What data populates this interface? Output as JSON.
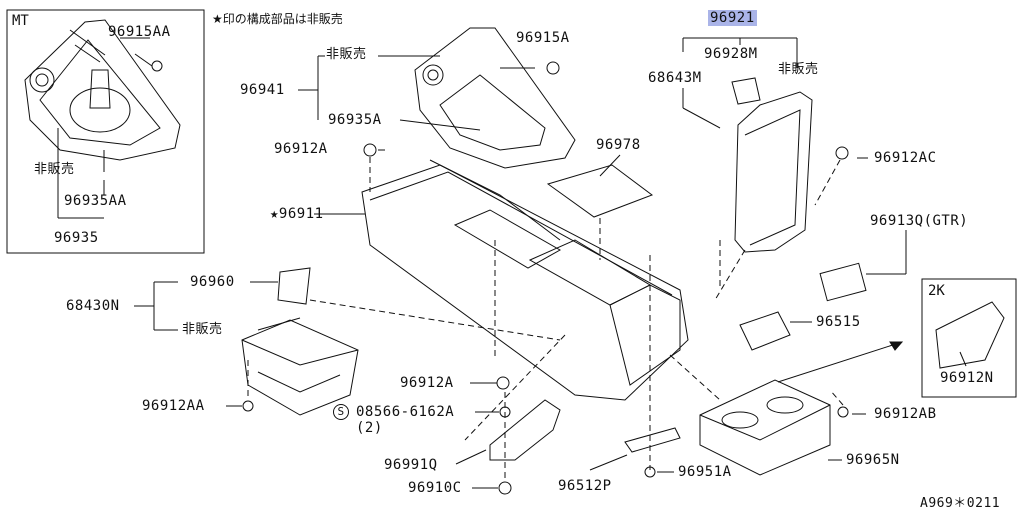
{
  "header_note": "★印の構成部品は非販売",
  "footer_code": "A969＊0211",
  "highlight_color": "#aab4e8",
  "inset_mt": {
    "title": "MT",
    "label_96915AA": "96915AA",
    "label_not_sold": "非販売",
    "label_96935AA": "96935AA",
    "label_96935": "96935"
  },
  "inset_2k": {
    "title": "2K",
    "label_96912N": "96912N"
  },
  "labels": {
    "p96921": "96921",
    "p96928M": "96928M",
    "p68643M": "68643M",
    "not_sold_armrest": "非販売",
    "p96915A": "96915A",
    "not_sold_top": "非販売",
    "p96941": "96941",
    "p96935A": "96935A",
    "p96912A_top": "96912A",
    "p96978": "96978",
    "p96912AC": "96912AC",
    "p96911": "★96911",
    "p96913Q": "96913Q(GTR)",
    "p96960": "96960",
    "p68430N": "68430N",
    "not_sold_left": "非販売",
    "p96515": "96515",
    "p96912A_bottom": "96912A",
    "p96912AA": "96912AA",
    "p08566": "08566-6162A",
    "p08566_qty": "(2)",
    "screw_symbol": "S",
    "p96912AB": "96912AB",
    "p96991Q": "96991Q",
    "p96965N": "96965N",
    "p96910C": "96910C",
    "p96512P": "96512P",
    "p96951A": "96951A"
  }
}
